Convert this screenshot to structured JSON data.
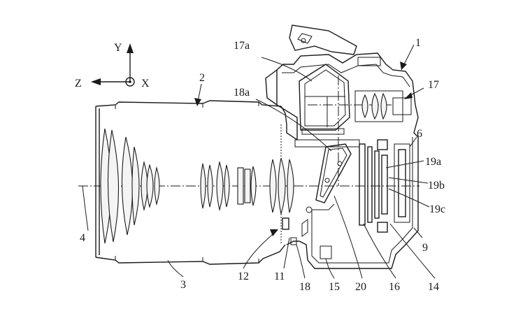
{
  "axes": {
    "y_label": "Y",
    "z_label": "Z",
    "x_label": "X"
  },
  "labels": {
    "l1": "1",
    "l2": "2",
    "l3": "3",
    "l4": "4",
    "l6": "6",
    "l9": "9",
    "l11": "11",
    "l12": "12",
    "l14": "14",
    "l15": "15",
    "l16": "16",
    "l17": "17",
    "l17a": "17a",
    "l18": "18",
    "l18a": "18a",
    "l19a": "19a",
    "l19b": "19b",
    "l19c": "19c",
    "l20": "20"
  }
}
